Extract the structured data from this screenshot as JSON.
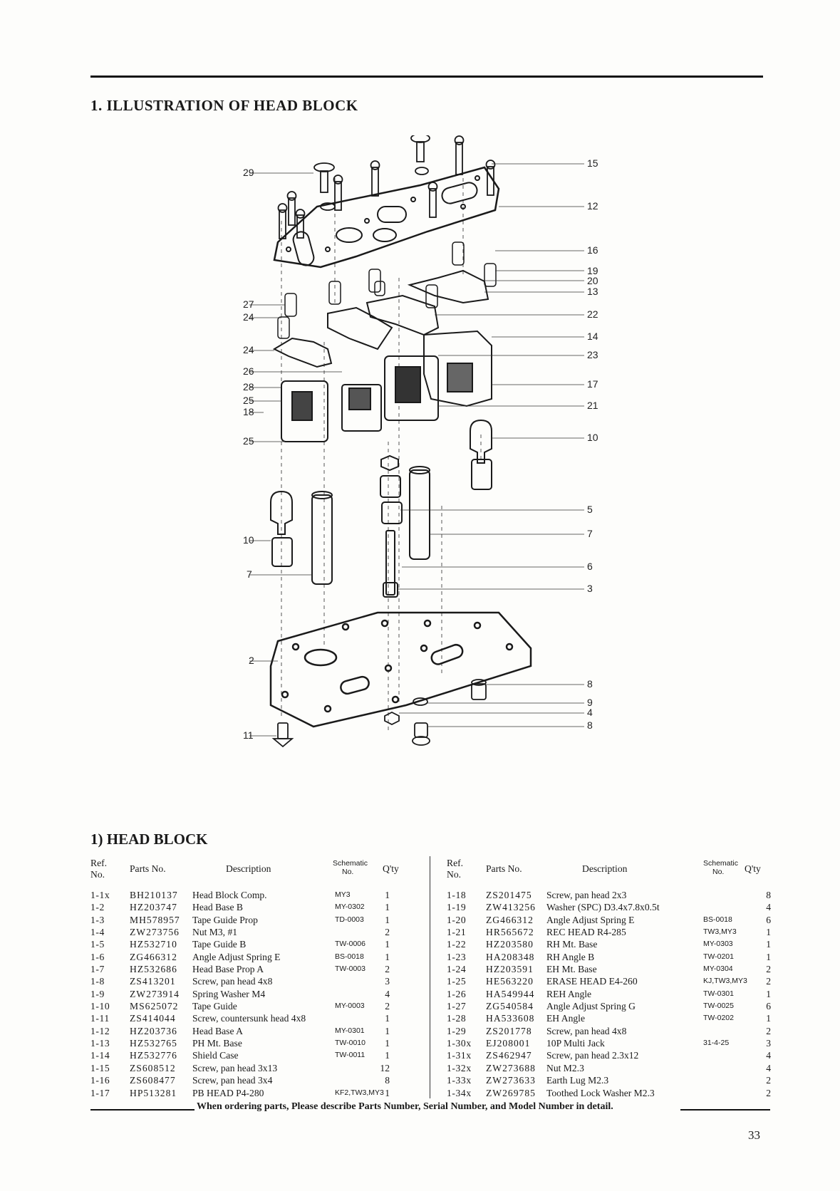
{
  "section_title": "1.  ILLUSTRATION OF HEAD BLOCK",
  "subsection_title": "1)  HEAD BLOCK",
  "columns": {
    "ref_line1": "Ref.",
    "ref_line2": "No.",
    "parts_no": "Parts No.",
    "description": "Description",
    "schematic_line1": "Schematic",
    "schematic_line2": "No.",
    "qty": "Q'ty"
  },
  "callouts": {
    "left": [
      "29",
      "27",
      "24",
      "24",
      "26",
      "28",
      "25",
      "18",
      "25",
      "10",
      "7",
      "2",
      "11"
    ],
    "right": [
      "15",
      "12",
      "16",
      "19",
      "20",
      "13",
      "22",
      "14",
      "23",
      "17",
      "21",
      "10",
      "5",
      "7",
      "6",
      "3",
      "8",
      "9",
      "4",
      "8"
    ]
  },
  "parts_left": [
    {
      "ref": "1-1x",
      "part": "BH210137",
      "desc": "Head Block Comp.",
      "sch": "MY3",
      "qty": "1"
    },
    {
      "ref": "1-2",
      "part": "HZ203747",
      "desc": "Head Base B",
      "sch": "MY-0302",
      "qty": "1"
    },
    {
      "ref": "1-3",
      "part": "MH578957",
      "desc": "Tape Guide Prop",
      "sch": "TD-0003",
      "qty": "1"
    },
    {
      "ref": "1-4",
      "part": "ZW273756",
      "desc": "Nut M3, #1",
      "sch": "",
      "qty": "2"
    },
    {
      "ref": "1-5",
      "part": "HZ532710",
      "desc": "Tape Guide B",
      "sch": "TW-0006",
      "qty": "1"
    },
    {
      "ref": "1-6",
      "part": "ZG466312",
      "desc": "Angle Adjust Spring E",
      "sch": "BS-0018",
      "qty": "1"
    },
    {
      "ref": "1-7",
      "part": "HZ532686",
      "desc": "Head Base Prop A",
      "sch": "TW-0003",
      "qty": "2"
    },
    {
      "ref": "1-8",
      "part": "ZS413201",
      "desc": "Screw, pan head 4x8",
      "sch": "",
      "qty": "3"
    },
    {
      "ref": "1-9",
      "part": "ZW273914",
      "desc": "Spring Washer M4",
      "sch": "",
      "qty": "4"
    },
    {
      "ref": "1-10",
      "part": "MS625072",
      "desc": "Tape Guide",
      "sch": "MY-0003",
      "qty": "2"
    },
    {
      "ref": "1-11",
      "part": "ZS414044",
      "desc": "Screw, countersunk head 4x8",
      "sch": "",
      "qty": "1"
    },
    {
      "ref": "1-12",
      "part": "HZ203736",
      "desc": "Head Base A",
      "sch": "MY-0301",
      "qty": "1"
    },
    {
      "ref": "1-13",
      "part": "HZ532765",
      "desc": "PH Mt. Base",
      "sch": "TW-0010",
      "qty": "1"
    },
    {
      "ref": "1-14",
      "part": "HZ532776",
      "desc": "Shield Case",
      "sch": "TW-0011",
      "qty": "1"
    },
    {
      "ref": "1-15",
      "part": "ZS608512",
      "desc": "Screw, pan head 3x13",
      "sch": "",
      "qty": "12"
    },
    {
      "ref": "1-16",
      "part": "ZS608477",
      "desc": "Screw, pan head 3x4",
      "sch": "",
      "qty": "8"
    },
    {
      "ref": "1-17",
      "part": "HP513281",
      "desc": "PB HEAD P4-280",
      "sch": "KF2,TW3,MY3",
      "qty": "1"
    }
  ],
  "parts_right": [
    {
      "ref": "1-18",
      "part": "ZS201475",
      "desc": "Screw, pan head 2x3",
      "sch": "",
      "qty": "8"
    },
    {
      "ref": "1-19",
      "part": "ZW413256",
      "desc": "Washer (SPC) D3.4x7.8x0.5t",
      "sch": "",
      "qty": "4"
    },
    {
      "ref": "1-20",
      "part": "ZG466312",
      "desc": "Angle Adjust Spring E",
      "sch": "BS-0018",
      "qty": "6"
    },
    {
      "ref": "1-21",
      "part": "HR565672",
      "desc": "REC HEAD R4-285",
      "sch": "TW3,MY3",
      "qty": "1"
    },
    {
      "ref": "1-22",
      "part": "HZ203580",
      "desc": "RH Mt. Base",
      "sch": "MY-0303",
      "qty": "1"
    },
    {
      "ref": "1-23",
      "part": "HA208348",
      "desc": "RH Angle B",
      "sch": "TW-0201",
      "qty": "1"
    },
    {
      "ref": "1-24",
      "part": "HZ203591",
      "desc": "EH Mt. Base",
      "sch": "MY-0304",
      "qty": "2"
    },
    {
      "ref": "1-25",
      "part": "HE563220",
      "desc": "ERASE HEAD E4-260",
      "sch": "KJ,TW3,MY3",
      "qty": "2"
    },
    {
      "ref": "1-26",
      "part": "HA549944",
      "desc": "REH Angle",
      "sch": "TW-0301",
      "qty": "1"
    },
    {
      "ref": "1-27",
      "part": "ZG540584",
      "desc": "Angle Adjust Spring G",
      "sch": "TW-0025",
      "qty": "6"
    },
    {
      "ref": "1-28",
      "part": "HA533608",
      "desc": "EH Angle",
      "sch": "TW-0202",
      "qty": "1"
    },
    {
      "ref": "1-29",
      "part": "ZS201778",
      "desc": "Screw, pan head 4x8",
      "sch": "",
      "qty": "2"
    },
    {
      "ref": "1-30x",
      "part": "EJ208001",
      "desc": "10P Multi Jack",
      "sch": "31-4-25",
      "qty": "3"
    },
    {
      "ref": "1-31x",
      "part": "ZS462947",
      "desc": "Screw, pan head 2.3x12",
      "sch": "",
      "qty": "4"
    },
    {
      "ref": "1-32x",
      "part": "ZW273688",
      "desc": "Nut M2.3",
      "sch": "",
      "qty": "4"
    },
    {
      "ref": "1-33x",
      "part": "ZW273633",
      "desc": "Earth Lug M2.3",
      "sch": "",
      "qty": "2"
    },
    {
      "ref": "1-34x",
      "part": "ZW269785",
      "desc": "Toothed Lock Washer M2.3",
      "sch": "",
      "qty": "2"
    }
  ],
  "footer_note": "When ordering parts, Please describe Parts Number, Serial Number, and Model Number in detail.",
  "page_number": "33"
}
